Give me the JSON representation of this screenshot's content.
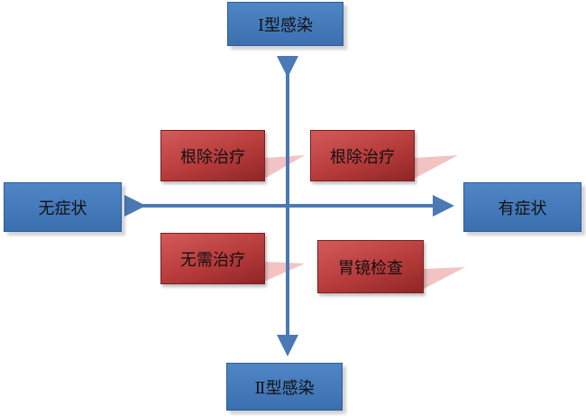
{
  "top_label": "Ⅰ型感染",
  "bottom_label": "Ⅱ型感染",
  "left_label": "无症状",
  "right_label": "有症状",
  "quadrants": {
    "upper_left": "根除治疗",
    "upper_right": "根除治疗",
    "lower_left": "无需治疗",
    "lower_right": "胃镜检查"
  },
  "colors": {
    "axis": "#4a79b5",
    "blue_box": "#4a7dbb",
    "red_box": "#b73b3b",
    "tail": "#f2b9b9"
  }
}
